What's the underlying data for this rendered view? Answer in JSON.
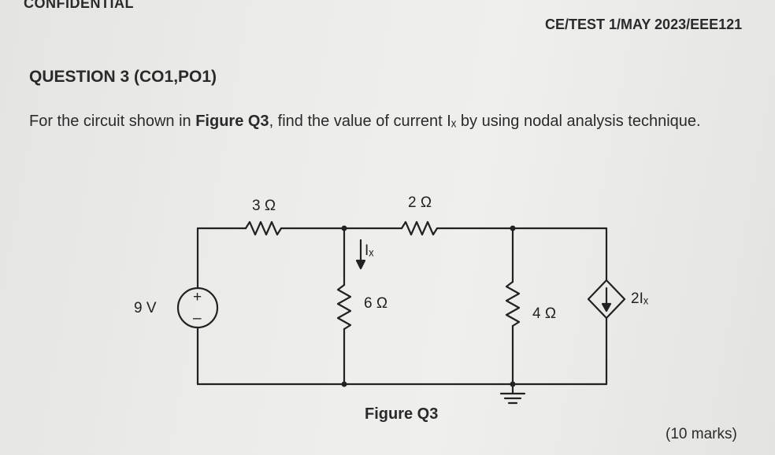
{
  "header": {
    "confidential": "CONFIDENTIAL",
    "exam_code": "CE/TEST 1/MAY 2023/EEE121"
  },
  "question": {
    "title": "QUESTION 3 (CO1,PO1)",
    "text_before": "For the circuit shown in ",
    "figure_ref": "Figure Q3",
    "text_after": ", find the value of current Iₓ by using nodal analysis technique."
  },
  "circuit": {
    "r1": "3 Ω",
    "r2": "2 Ω",
    "r3": "6 Ω",
    "r4": "4 Ω",
    "source": "9 V",
    "current_label": "Iₓ",
    "dependent_source": "2Iₓ",
    "plus_sign": "+",
    "minus_sign": "–"
  },
  "figure_caption": "Figure Q3",
  "marks": "(10 marks)",
  "colors": {
    "paper": "#ececea",
    "ink": "#222222"
  }
}
